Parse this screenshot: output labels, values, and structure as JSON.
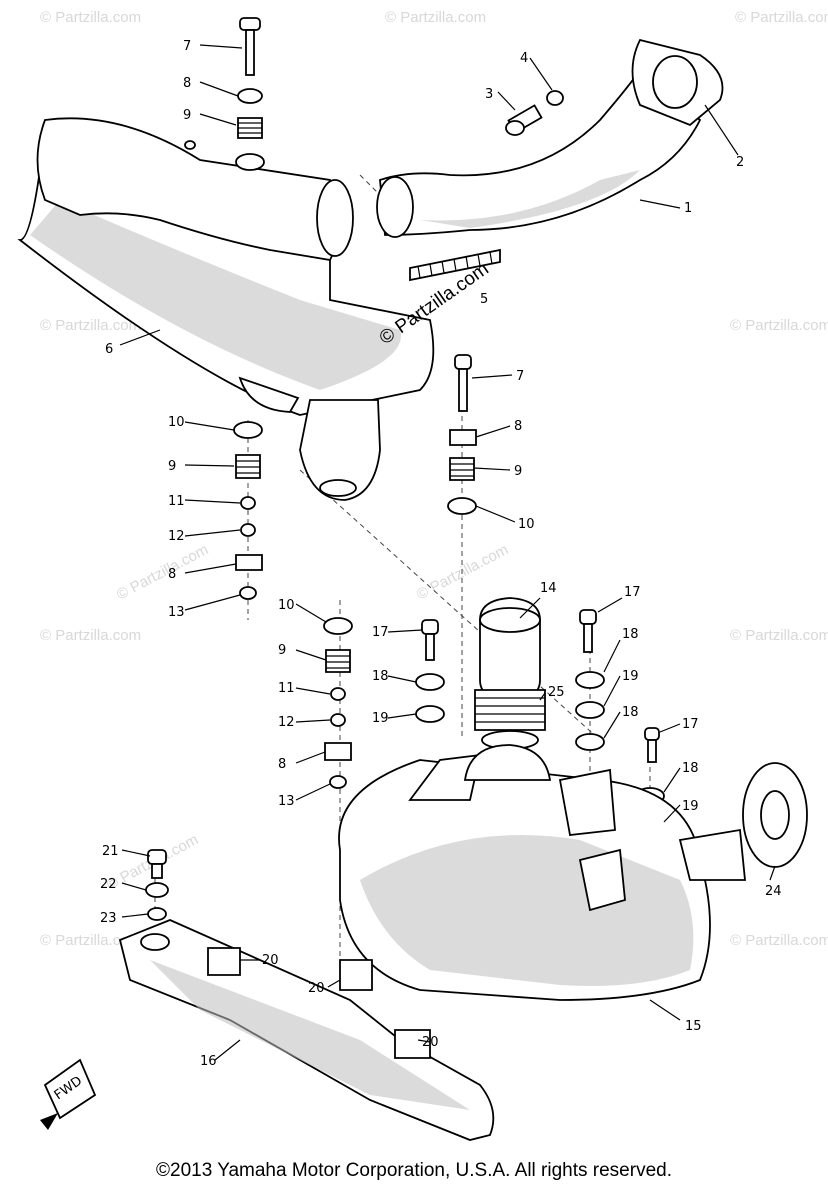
{
  "watermarks": {
    "main": "© Partzilla.com",
    "repeat": "© Partzilla.com"
  },
  "callouts": [
    "1",
    "2",
    "3",
    "4",
    "5",
    "6",
    "7",
    "8",
    "9",
    "10",
    "11",
    "12",
    "13",
    "14",
    "15",
    "16",
    "17",
    "18",
    "19",
    "20",
    "21",
    "22",
    "23",
    "24",
    "25",
    "FWD"
  ],
  "copyright": "©2013 Yamaha Motor Corporation, U.S.A. All rights reserved."
}
